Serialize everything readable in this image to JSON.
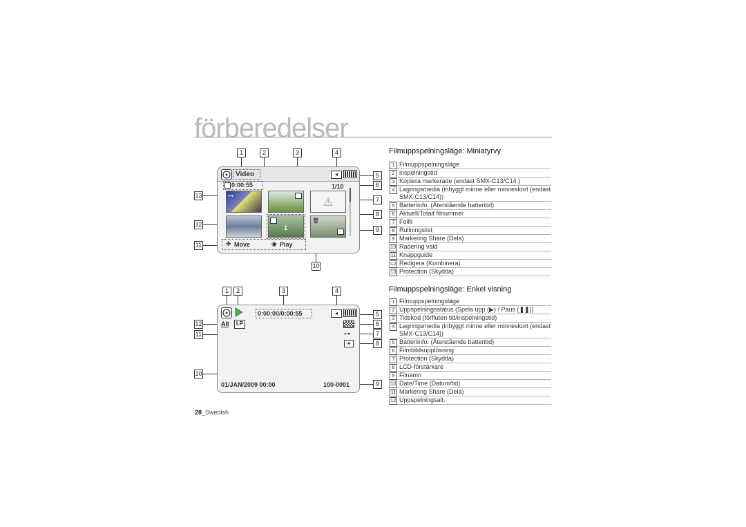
{
  "header": {
    "title": "förberedelser"
  },
  "thumbnail_view": {
    "lcd": {
      "mode_label": "Video",
      "time": "0:00:55",
      "counter": "1/10",
      "guide_move": "Move",
      "guide_play": "Play",
      "thumb_num": "1"
    },
    "callouts": [
      "1",
      "2",
      "3",
      "4",
      "5",
      "6",
      "7",
      "8",
      "9",
      "10",
      "11",
      "12",
      "13"
    ]
  },
  "single_view": {
    "lcd": {
      "timecode": "0:00:00/0:00:55",
      "datetime": "01/JAN/2009 00:00",
      "filename": "100-0001",
      "badge_all": "All",
      "badge_lp": "LP"
    },
    "callouts": [
      "1",
      "2",
      "3",
      "4",
      "5",
      "6",
      "7",
      "8",
      "9",
      "10",
      "11",
      "12"
    ]
  },
  "section1": {
    "title": "Filmuppspelningsläge: Miniatyrvy",
    "items": [
      {
        "n": "1",
        "text": "Filmuppspelningsläge"
      },
      {
        "n": "2",
        "text": "inspelningstid"
      },
      {
        "n": "3",
        "text": "Kopiera markerade (endast SMX-C13/C14 )"
      },
      {
        "n": "4",
        "text": "Lagringsmedia (inbyggt minne eller minneskort (endast SMX-C13/C14))"
      },
      {
        "n": "5",
        "text": "Batteriinfo. (Återstående batteritid)"
      },
      {
        "n": "6",
        "text": "Aktuell/Totalt filnummer"
      },
      {
        "n": "7",
        "text": "Felfil"
      },
      {
        "n": "8",
        "text": "Rullningslist"
      },
      {
        "n": "9",
        "text": "Markering Share (Dela)"
      },
      {
        "n": "10",
        "text": "Radering vald"
      },
      {
        "n": "11",
        "text": "Knappguide"
      },
      {
        "n": "12",
        "text": "Redigera (Kombinera)"
      },
      {
        "n": "13",
        "text": "Protection (Skydda)"
      }
    ]
  },
  "section2": {
    "title": "Filmuppspelningsläge: Enkel visning",
    "items": [
      {
        "n": "1",
        "text": "Filmuppspelningsläge"
      },
      {
        "n": "2",
        "text": "Uppspelningsstatus (Spela upp (▶) / Paus (❚❚))"
      },
      {
        "n": "3",
        "text": "Tidskod (förfluten tid/inspelningstid)"
      },
      {
        "n": "4",
        "text": "Lagringsmedia (inbyggt minne eller minneskort (endast SMX-C13/C14))"
      },
      {
        "n": "5",
        "text": "Batteriinfo. (Återstående batteritid)"
      },
      {
        "n": "6",
        "text": "Filmbildsupplösning"
      },
      {
        "n": "7",
        "text": "Protection (Skydda)"
      },
      {
        "n": "8",
        "text": "LCD-förstärkare"
      },
      {
        "n": "9",
        "text": "Filnamn"
      },
      {
        "n": "10",
        "text": "Date/Time (Datum/tid)"
      },
      {
        "n": "11",
        "text": "Markering Share (Dela)"
      },
      {
        "n": "12",
        "text": "Uppspelningsalt."
      }
    ]
  },
  "footer": {
    "page_number": "28",
    "language": "_Swedish"
  }
}
